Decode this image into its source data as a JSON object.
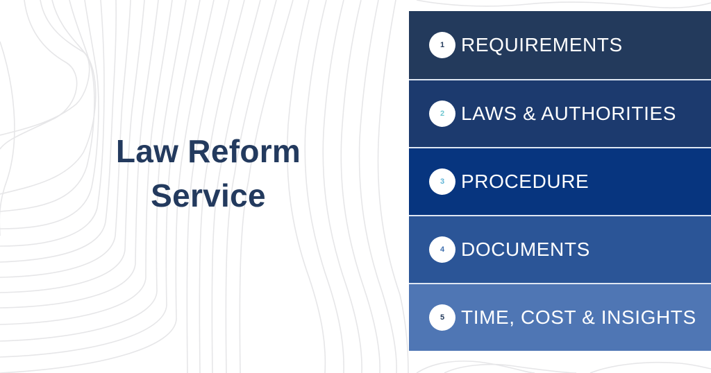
{
  "title": {
    "line1": "Law Reform",
    "line2": "Service"
  },
  "steps": [
    {
      "number": "1",
      "label": "REQUIREMENTS",
      "bg": "#233a5c",
      "num_color": "#233a5c"
    },
    {
      "number": "2",
      "label": "LAWS & AUTHORITIES",
      "bg": "#1c3a6e",
      "num_color": "#6ec6d0"
    },
    {
      "number": "3",
      "label": "PROCEDURE",
      "bg": "#07357f",
      "num_color": "#5eb4d6"
    },
    {
      "number": "4",
      "label": "DOCUMENTS",
      "bg": "#2b5597",
      "num_color": "#3f6fae"
    },
    {
      "number": "5",
      "label": "TIME, COST & INSIGHTS",
      "bg": "#4f76b4",
      "num_color": "#233a5c"
    }
  ],
  "colors": {
    "title": "#233a5e",
    "background": "#ffffff",
    "contour_lines": "#e6e6e8",
    "row_divider": "#dfe7f3"
  }
}
